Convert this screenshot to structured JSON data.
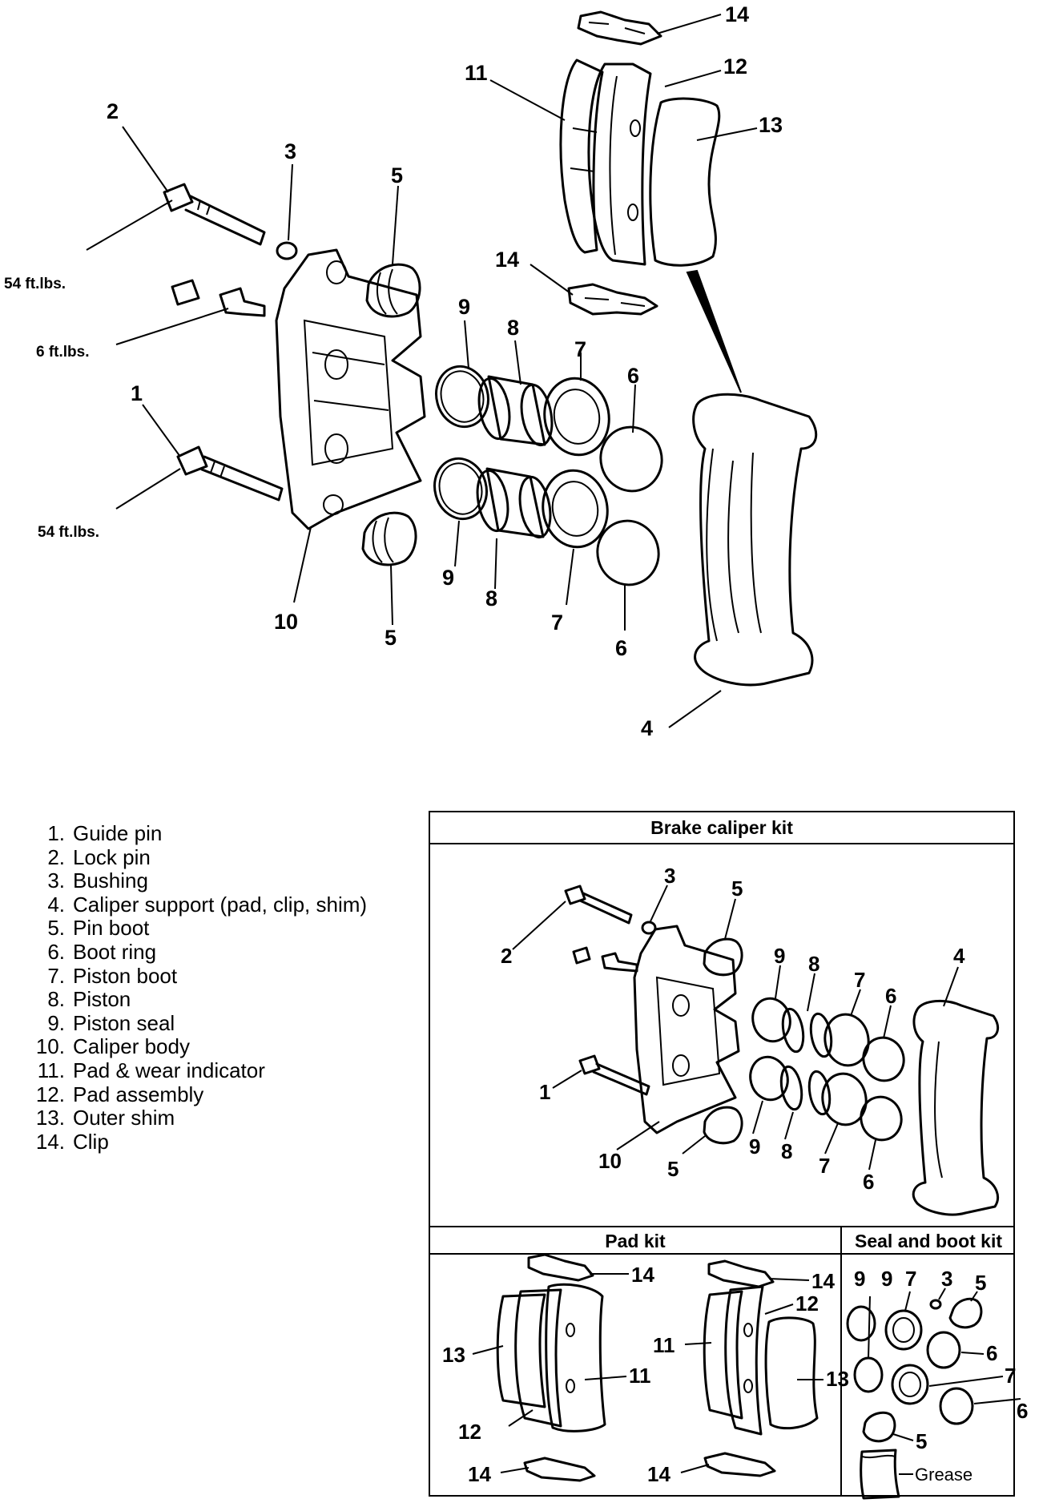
{
  "main_diagram": {
    "callouts": [
      "2",
      "3",
      "5",
      "11",
      "12",
      "13",
      "14",
      "14",
      "9",
      "8",
      "7",
      "6",
      "1",
      "9",
      "8",
      "7",
      "6",
      "10",
      "5",
      "4"
    ],
    "torque_labels": [
      "54 ft.lbs.",
      "6 ft.lbs.",
      "54 ft.lbs."
    ]
  },
  "legend": [
    {
      "num": "1.",
      "label": "Guide pin"
    },
    {
      "num": "2.",
      "label": "Lock pin"
    },
    {
      "num": "3.",
      "label": "Bushing"
    },
    {
      "num": "4.",
      "label": "Caliper support (pad, clip, shim)"
    },
    {
      "num": "5.",
      "label": "Pin boot"
    },
    {
      "num": "6.",
      "label": "Boot ring"
    },
    {
      "num": "7.",
      "label": "Piston boot"
    },
    {
      "num": "8.",
      "label": "Piston"
    },
    {
      "num": "9.",
      "label": "Piston seal"
    },
    {
      "num": "10.",
      "label": "Caliper body"
    },
    {
      "num": "11.",
      "label": "Pad & wear indicator"
    },
    {
      "num": "12.",
      "label": "Pad assembly"
    },
    {
      "num": "13.",
      "label": "Outer shim"
    },
    {
      "num": "14.",
      "label": "Clip"
    }
  ],
  "kits": {
    "brake_caliper_kit": {
      "title": "Brake caliper kit",
      "callouts": [
        "3",
        "5",
        "2",
        "9",
        "8",
        "7",
        "4",
        "6",
        "1",
        "9",
        "8",
        "7",
        "6",
        "10",
        "5"
      ]
    },
    "pad_kit": {
      "title": "Pad kit",
      "callouts": [
        "14",
        "13",
        "11",
        "12",
        "14",
        "14",
        "12",
        "11",
        "13",
        "14"
      ]
    },
    "seal_boot_kit": {
      "title": "Seal and boot kit",
      "callouts": [
        "9",
        "9",
        "7",
        "3",
        "5",
        "6",
        "7",
        "6",
        "5"
      ],
      "grease_label": "Grease"
    }
  }
}
